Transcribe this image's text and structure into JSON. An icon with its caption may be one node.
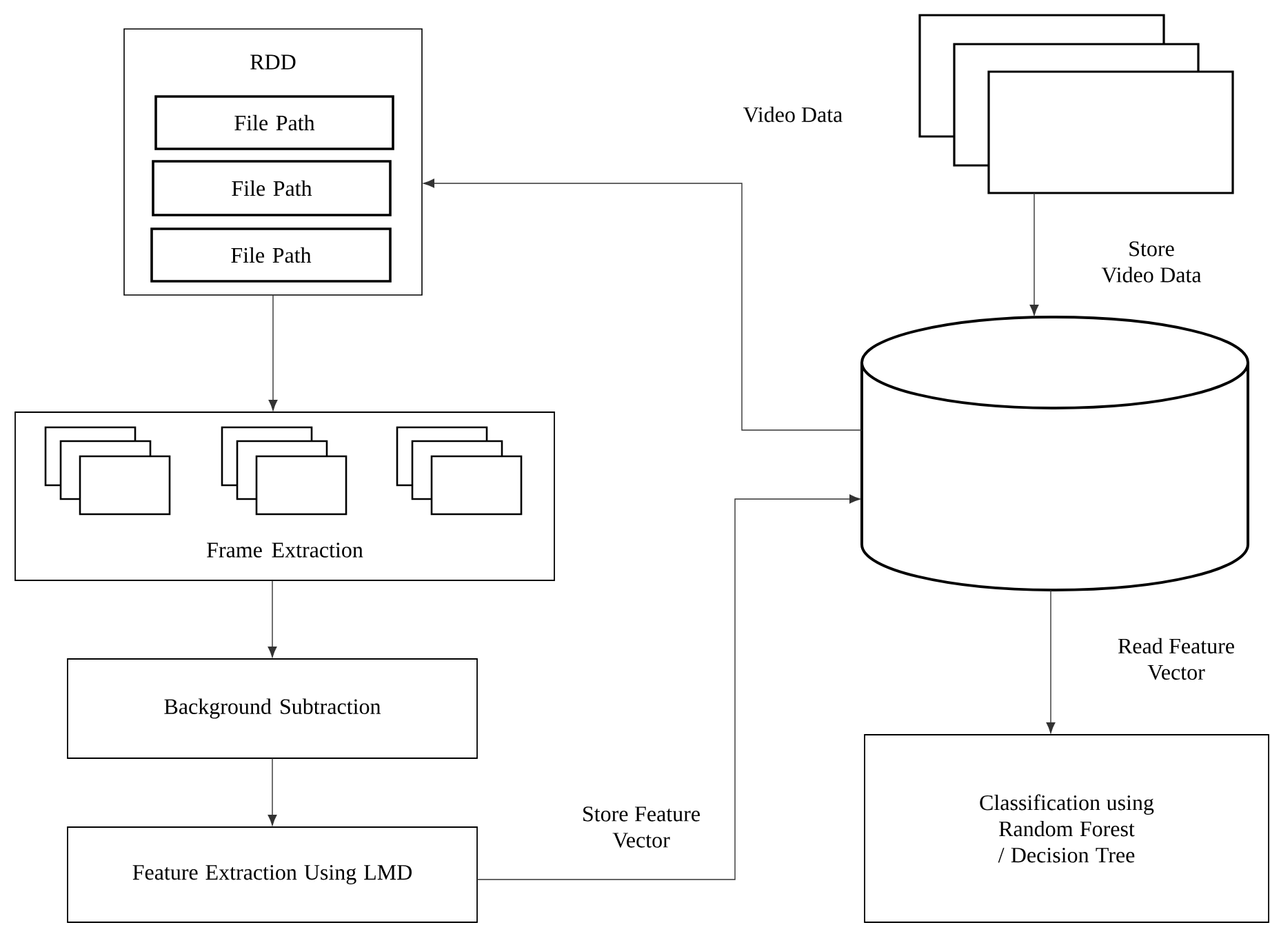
{
  "diagram": {
    "nodes": [
      {
        "text": [
          "RDD"
        ]
      },
      {
        "text": [
          "File Path"
        ],
        "in": 0
      },
      {
        "text": [
          "File Path"
        ],
        "in": 0
      },
      {
        "text": [
          "File Path"
        ],
        "in": 0
      },
      {
        "text": [
          "Frame Extraction"
        ]
      },
      {
        "text": [
          "Background Subtraction"
        ]
      },
      {
        "text": [
          "Feature Extraction Using LMD"
        ]
      },
      {
        "text": [],
        "shape": "box",
        "beside": [
          "Video Data"
        ]
      },
      {
        "text": [],
        "shape": "cylinder"
      },
      {
        "text": [
          "Classification using Random Forest / Decision Tree"
        ]
      }
    ],
    "edges": [
      {
        "from": 8,
        "to": 0,
        "arrow": "to"
      },
      {
        "from": 0,
        "to": 4,
        "arrow": "to"
      },
      {
        "from": 4,
        "to": 5,
        "arrow": "to"
      },
      {
        "from": 5,
        "to": 6,
        "arrow": "to"
      },
      {
        "from": 6,
        "to": 8,
        "arrow": "to",
        "label": "Store Feature Vector"
      },
      {
        "from": 7,
        "to": 8,
        "arrow": "to",
        "label": "Store Video Data"
      },
      {
        "from": 8,
        "to": 9,
        "arrow": "to",
        "label": "Read Feature Vector"
      }
    ]
  }
}
